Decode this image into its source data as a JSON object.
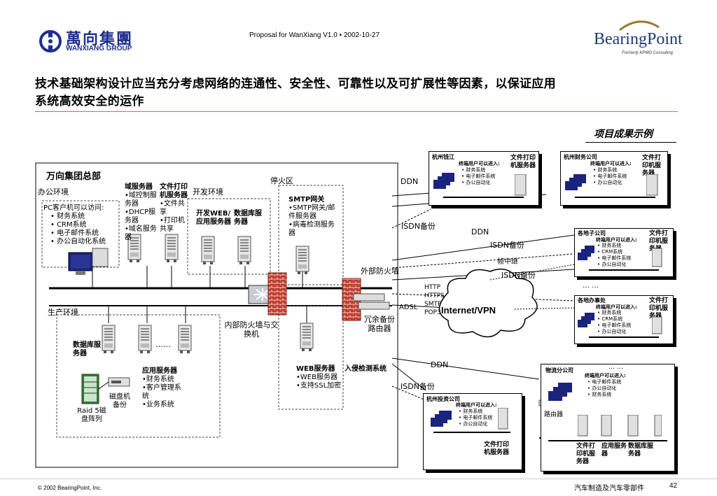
{
  "header": {
    "company_cn": "萬向集團",
    "company_en": "WANXIANG GROUP",
    "proposal": "Proposal for WanXiang V1.0  •  2002-10-27",
    "partner": "BearingPoint",
    "partner_sub": "Formerly KPMG Consulting"
  },
  "title_line1": "技术基础架构设计应当充分考虑网络的连通性、安全性、可靠性以及可扩展性等因素，以保证应用",
  "title_line2": "系统高效安全的运作",
  "subtitle": "项目成果示例",
  "hq": {
    "title": "万向集团总部",
    "office": "办公环境",
    "pc_title": "PC客户机可以访问:",
    "pc_items": [
      "财务系统",
      "CRM系统",
      "电子邮件系统",
      "办公自动化系统"
    ],
    "domain_title": "域服务器",
    "domain_items": [
      "•域控制服务器",
      "•DHCP服务器",
      "•域名服务器"
    ],
    "print_title": "文件打印机服务器",
    "print_items": [
      "•文件共享",
      "•打印机共享"
    ],
    "dev": "开发环境",
    "dev_web": "开发WEB/应用服务器",
    "dev_db": "数据库服务器",
    "dmz": "停火区",
    "smtp_title": "SMTP网关",
    "smtp_items": [
      "•SMTP网关/邮件服务器",
      "•病毒检测服务器"
    ],
    "ext_fw": "外部防火墙",
    "int_fw": "内部防火墙与交换机",
    "router": "冗余备份路由器",
    "prod": "生产环境",
    "db_server": "数据库服务器",
    "ellipsis": "……",
    "tape": "磁盘机备份",
    "raid": "Raid 5磁盘阵列",
    "app_title": "应用服务器",
    "app_items": [
      "•财务系统",
      "•客户管理系统",
      "•业务系统"
    ],
    "web_title": "WEB服务器",
    "web_items": [
      "•WEB服务器",
      "•支持SSL加密"
    ],
    "ids": "入侵检测系统"
  },
  "links": {
    "ddn": "DDN",
    "isdn": "ISDN备份",
    "frame": "帧中继",
    "adsl": "ADSL",
    "internet": "Internet/VPN",
    "protocols": [
      "HTTP",
      "HTTPS",
      "SMTP",
      "POP3"
    ],
    "dots": "… …"
  },
  "branch_common": {
    "access": "终端用户可以进入:",
    "file_print": "文件打印机服务器"
  },
  "branches": {
    "qianjiang": {
      "name": "杭州钱江",
      "items": [
        "财务系统",
        "电子邮件系统",
        "办公自动化"
      ]
    },
    "caiwu": {
      "name": "杭州财务公司",
      "items": [
        "财务系统",
        "电子邮件系统",
        "办公自动化"
      ]
    },
    "subsidiaries": {
      "name": "各地子公司",
      "items": [
        "财务系统",
        "CRM系统",
        "电子邮件系统",
        "办公自动化"
      ]
    },
    "offices": {
      "name": "各地办事处",
      "items": [
        "财务系统",
        "CRM系统",
        "电子邮件系统",
        "办公自动化"
      ]
    },
    "logistics": {
      "name": "物流分公司",
      "items": [
        "电子邮件系统",
        "办公自动化",
        "财务系统"
      ],
      "router": "路由器",
      "s1": "文件打印机服务器",
      "s2": "应用服务器",
      "s3": "数据库服务器"
    },
    "investment": {
      "name": "杭州投资公司",
      "items": [
        "财务系统",
        "电子邮件系统",
        "办公自动化"
      ],
      "file_print": "文件打印机服务器"
    }
  },
  "footer": {
    "copyright": "© 2002 BearingPoint, Inc.",
    "section": "汽车制造及汽车零部件",
    "page": "42"
  }
}
